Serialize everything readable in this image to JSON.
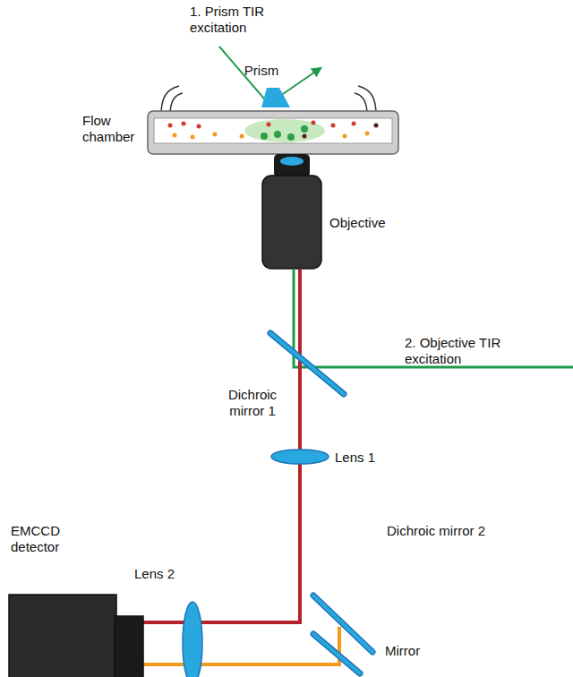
{
  "diagram": {
    "labels": [
      "1. Prism TIR excitation",
      "Prism",
      "Flow chamber",
      "Objective",
      "2. Objective TIR excitation",
      "Dichroic mirror 1",
      "Lens 1",
      "Dichroic mirror 2",
      "Mirror",
      "Lens 2",
      "EMCCD detector"
    ]
  }
}
